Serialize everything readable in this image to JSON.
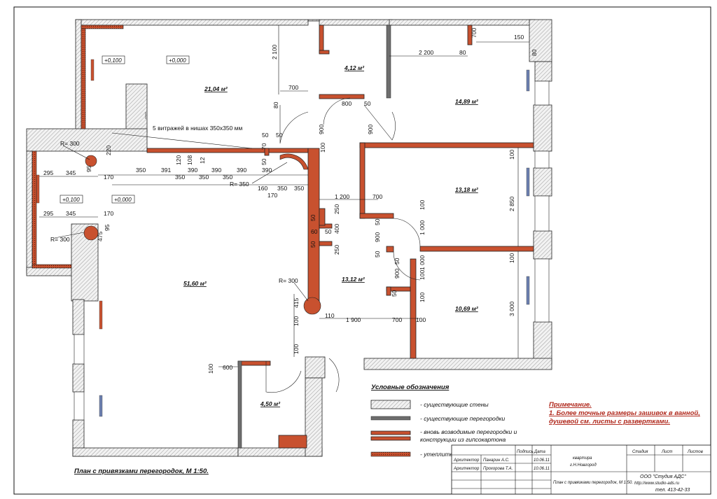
{
  "areas": {
    "a1": "21,04 м²",
    "a2": "4,12 м²",
    "a3": "14,89 м²",
    "a4": "13,18 м²",
    "a5": "13,12 м²",
    "a6": "10,69 м²",
    "a7": "51,60 м²",
    "a8": "4,50 м²"
  },
  "levels": {
    "l1": "+0,100",
    "l2": "+0,000",
    "l3": "+0,100",
    "l4": "+0,000"
  },
  "annotations": {
    "niches": "5 витражей в нишах 350х350 мм",
    "r300a": "R= 300",
    "r300b": "R= 300",
    "r300c": "R= 300",
    "r350": "R= 350"
  },
  "dims": {
    "d2100": "2 100",
    "d700a": "700",
    "d80a": "80",
    "d800": "800",
    "d50a": "50",
    "d900a": "900",
    "d900b": "900",
    "d100a": "100",
    "d50b": "50",
    "d50c": "50",
    "d2200": "2 200",
    "d80b": "80",
    "d700b": "700",
    "d150": "150",
    "d80c": "80",
    "d220": "220",
    "d295a": "295",
    "d345a": "345",
    "d95a": "95",
    "d170a": "170",
    "d350a": "350",
    "d391": "391",
    "d120": "120",
    "d108": "108",
    "d12": "12",
    "d350b": "350",
    "d350c": "350",
    "d350d": "350",
    "d390a": "390",
    "d390b": "390",
    "d390c": "390",
    "d390d": "390",
    "d70": "70",
    "d50d": "50",
    "d160": "160",
    "d350e": "350",
    "d350f": "350",
    "d170b": "170",
    "d295b": "295",
    "d345b": "345",
    "d170c": "170",
    "d95b": "95",
    "d475": "475",
    "d1200": "1 200",
    "d700c": "700",
    "d100b": "100",
    "d250a": "250",
    "d50e": "50",
    "d60": "60",
    "d400": "400",
    "d50f": "50",
    "d50g": "50",
    "d250b": "250",
    "d50h": "50",
    "d1000a": "1 000",
    "d900c": "900",
    "d50i": "50",
    "d100c": "100",
    "d2850": "2 850",
    "d100d": "100",
    "d50j": "50",
    "d900d": "900",
    "d100e": "100",
    "d1000b": "1 000",
    "d50k": "50",
    "d100f": "100",
    "d3000": "3 000",
    "d415": "415",
    "d100g": "100",
    "d110": "110",
    "d1900": "1 900",
    "d700d": "700",
    "d100h": "100",
    "d100i": "100",
    "d100j": "100",
    "d600": "600"
  },
  "legend": {
    "title": "Условные обозначения",
    "existing_walls": "- существующие стены",
    "existing_partitions": "- существующие перегородки",
    "new_partitions_1": "- вновь возводимые перегородки и",
    "new_partitions_2": "конструкции из гипсокартона",
    "insulation": "- утеплитель"
  },
  "note": {
    "title": "Примечание.",
    "line1": "1. Более точные размеры зашивок в ванной,",
    "line2": "душевой см. листы с развертками."
  },
  "plan_title": "План с привязками перегородок, М 1:50.",
  "stamp": {
    "h_sign": "Подпись",
    "h_date": "Дата",
    "h_stage": "Стадия",
    "h_sheet": "Лист",
    "h_sheets": "Листов",
    "role1": "Архитектор",
    "name1": "Панарин А.С.",
    "date1": "10.06.11",
    "role2": "Архитектор",
    "name2": "Прохорова Т.А.",
    "date2": "10.06.11",
    "object1": "квартира",
    "object2": "г.Н.Новгород",
    "sheet_title": "План с привязками перегородок, М 1:50.",
    "company": "ООО \"Студия АДС\"",
    "website": "http://www.studio-ads.ru",
    "phone": "тел. 413-42-33"
  },
  "colors": {
    "new_partitions": "#c8512f",
    "existing_partitions": "#6e6e6e",
    "note_text": "#b0281c"
  }
}
